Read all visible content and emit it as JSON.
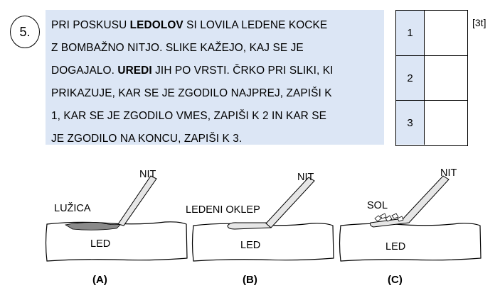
{
  "question": {
    "number": "5.",
    "points": "[3t]",
    "lines": [
      [
        {
          "t": "PRI POSKUSU "
        },
        {
          "t": "LEDOLOV",
          "b": true
        },
        {
          "t": " SI LOVILA LEDENE KOCKE"
        }
      ],
      [
        {
          "t": "Z BOMBAŽNO NITJO. SLIKE KAŽEJO, KAJ SE JE"
        }
      ],
      [
        {
          "t": "DOGAJALO. "
        },
        {
          "t": "UREDI",
          "b": true
        },
        {
          "t": " JIH PO VRSTI. ČRKO PRI SLIKI, KI"
        }
      ],
      [
        {
          "t": "PRIKAZUJE, KAR SE JE ZGODILO NAJPREJ, ZAPIŠI K"
        }
      ],
      [
        {
          "t": "1, KAR SE JE ZGODILO VMES, ZAPIŠI K 2 IN KAR SE"
        }
      ],
      [
        {
          "t": "JE ZGODILO NA KONCU, ZAPIŠI K 3."
        }
      ]
    ]
  },
  "answer_table": {
    "rows": [
      {
        "label": "1",
        "value": ""
      },
      {
        "label": "2",
        "value": ""
      },
      {
        "label": "3",
        "value": ""
      }
    ]
  },
  "figures": [
    {
      "thread_label": "NIT",
      "top_label": "LUŽICA",
      "ice_label": "LED",
      "caption": "(A)"
    },
    {
      "thread_label": "NIT",
      "top_label": "LEDENI OKLEP",
      "ice_label": "LED",
      "caption": "(B)"
    },
    {
      "thread_label": "NIT",
      "top_label": "SOL",
      "ice_label": "LED",
      "caption": "(C)"
    }
  ],
  "colors": {
    "box_fill": "#dce6f5",
    "puddle": "#8a8a8a",
    "thread_fill": "#e6e6e6"
  }
}
